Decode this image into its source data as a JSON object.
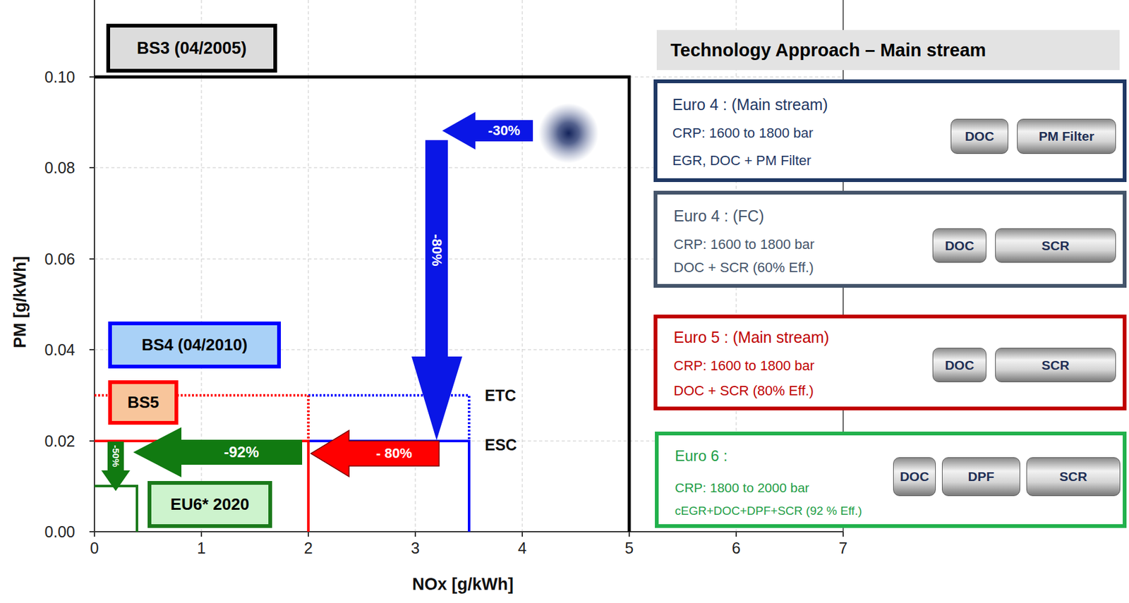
{
  "diagram": {
    "nodes": [
      {
        "text": [
          "BS3 (04/2005)"
        ]
      },
      {
        "text": [
          "Technology Approach – Main stream"
        ]
      },
      {
        "text": [
          "Euro 4 : (Main stream)",
          "CRP: 1600 to 1800 bar",
          "EGR, DOC + PM Filter"
        ]
      },
      {
        "text": [
          "DOC"
        ],
        "in": 2
      },
      {
        "text": [
          "PM Filter"
        ],
        "in": 2
      },
      {
        "text": [
          "Euro 4 : (FC)",
          "CRP: 1600 to 1800 bar",
          "DOC + SCR (60% Eff.)"
        ]
      },
      {
        "text": [
          "DOC"
        ],
        "in": 5
      },
      {
        "text": [
          "SCR"
        ],
        "in": 5
      },
      {
        "text": [
          "BS4 (04/2010)"
        ]
      },
      {
        "text": [
          "Euro 5 : (Main stream)",
          "CRP: 1600 to 1800 bar",
          "DOC + SCR (80% Eff.)"
        ]
      },
      {
        "text": [
          "DOC"
        ],
        "in": 9
      },
      {
        "text": [
          "SCR"
        ],
        "in": 9
      },
      {
        "text": [
          "BS5"
        ]
      },
      {
        "text": [
          "Euro 6 :",
          "CRP: 1800 to 2000 bar",
          "cEGR+DOC+DPF+SCR (92 % Eff.)"
        ]
      },
      {
        "text": [
          "DOC"
        ],
        "in": 13
      },
      {
        "text": [
          "DPF"
        ],
        "in": 13
      },
      {
        "text": [
          "SCR"
        ],
        "in": 13
      },
      {
        "text": [
          "EU6* 2020"
        ]
      }
    ],
    "edges": [
      {
        "from": 3,
        "to": 4,
        "arrow": "none"
      },
      {
        "from": 6,
        "to": 7,
        "arrow": "none"
      },
      {
        "from": 10,
        "to": 11,
        "arrow": "none"
      },
      {
        "from": 14,
        "to": 15,
        "arrow": "none"
      },
      {
        "from": 15,
        "to": 16,
        "arrow": "none"
      }
    ],
    "labels": [
      "0.10",
      "0.08",
      "0.06",
      "0.04",
      "0.02",
      "0.00",
      "0",
      "1",
      "2",
      "3",
      "4",
      "5",
      "6",
      "7",
      "PM [g/kWh]",
      "NOx [g/kWh]",
      "ETC",
      "ESC",
      "-30%",
      "-80%",
      "- 80%",
      "-92%",
      "-50%"
    ]
  }
}
